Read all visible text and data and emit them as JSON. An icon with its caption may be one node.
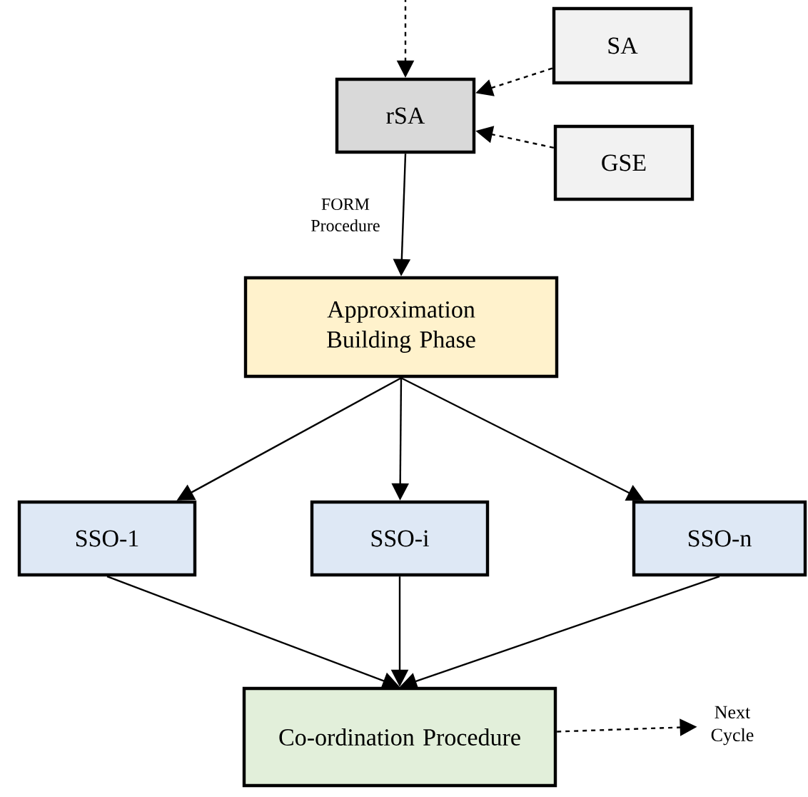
{
  "diagram": {
    "nodes": [
      {
        "text": [
          "rSA"
        ]
      },
      {
        "text": [
          "SA"
        ]
      },
      {
        "text": [
          "GSE"
        ]
      },
      {
        "text": [
          "Approximation Building Phase"
        ]
      },
      {
        "text": [
          "SSO-1"
        ]
      },
      {
        "text": [
          "SSO-i"
        ]
      },
      {
        "text": [
          "SSO-n"
        ]
      },
      {
        "text": [
          "Co-ordination Procedure"
        ]
      },
      {
        "text": [
          "Next Cycle"
        ]
      }
    ],
    "edges": [
      {
        "from": null,
        "to": 0,
        "arrow": "to",
        "style": "dashed"
      },
      {
        "from": 1,
        "to": 0,
        "arrow": "to",
        "style": "dashed"
      },
      {
        "from": 2,
        "to": 0,
        "arrow": "to",
        "style": "dashed"
      },
      {
        "from": 0,
        "to": 3,
        "arrow": "to",
        "label": "FORM Procedure"
      },
      {
        "from": 3,
        "to": 4,
        "arrow": "to"
      },
      {
        "from": 3,
        "to": 5,
        "arrow": "to"
      },
      {
        "from": 3,
        "to": 6,
        "arrow": "to"
      },
      {
        "from": 4,
        "to": 7,
        "arrow": "to"
      },
      {
        "from": 5,
        "to": 7,
        "arrow": "to"
      },
      {
        "from": 6,
        "to": 7,
        "arrow": "to"
      },
      {
        "from": 7,
        "to": 8,
        "arrow": "to",
        "style": "dashed"
      }
    ]
  }
}
